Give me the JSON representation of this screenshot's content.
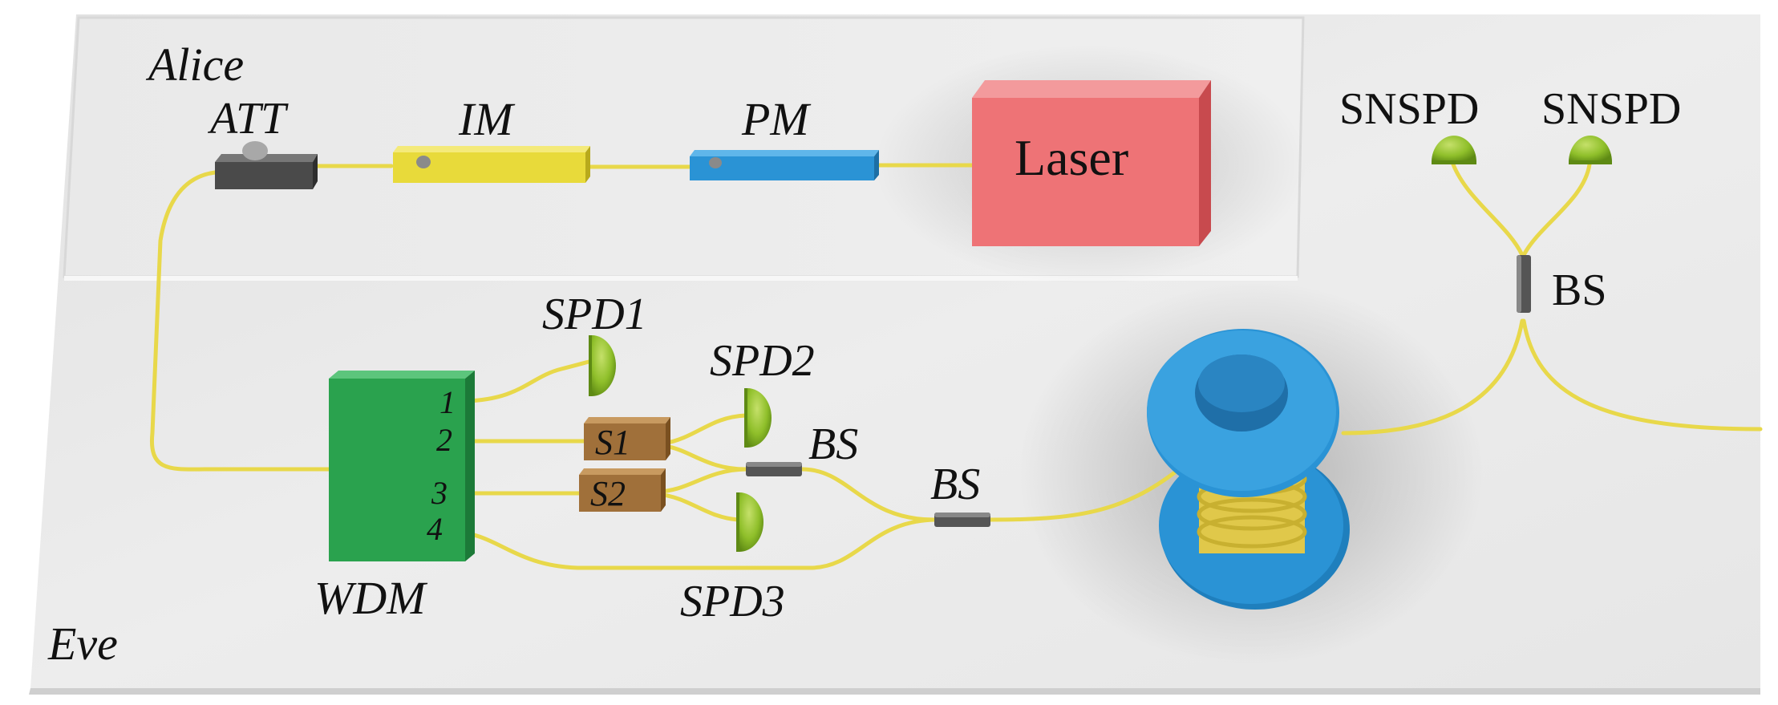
{
  "regions": {
    "alice": "Alice",
    "eve": "Eve"
  },
  "alice_components": {
    "att": "ATT",
    "im": "IM",
    "pm": "PM",
    "laser": "Laser"
  },
  "eve_components": {
    "wdm": "WDM",
    "wdm_ports": [
      "1",
      "2",
      "3",
      "4"
    ],
    "s1": "S1",
    "s2": "S2",
    "spd1": "SPD1",
    "spd2": "SPD2",
    "spd3": "SPD3",
    "bs_upper": "BS",
    "bs_lower": "BS"
  },
  "bob_components": {
    "snspd_left": "SNSPD",
    "snspd_right": "SNSPD",
    "bs": "BS"
  },
  "colors": {
    "fiber": "#e8d84a",
    "laser": "#ee7376",
    "intensity_modulator": "#e8da3a",
    "phase_modulator": "#2a93d5",
    "attenuator": "#4a4a4a",
    "wdm": "#2aa24e",
    "switch": "#a0703a",
    "detector": "#8fbf2a",
    "spool": "#2a93d5"
  }
}
